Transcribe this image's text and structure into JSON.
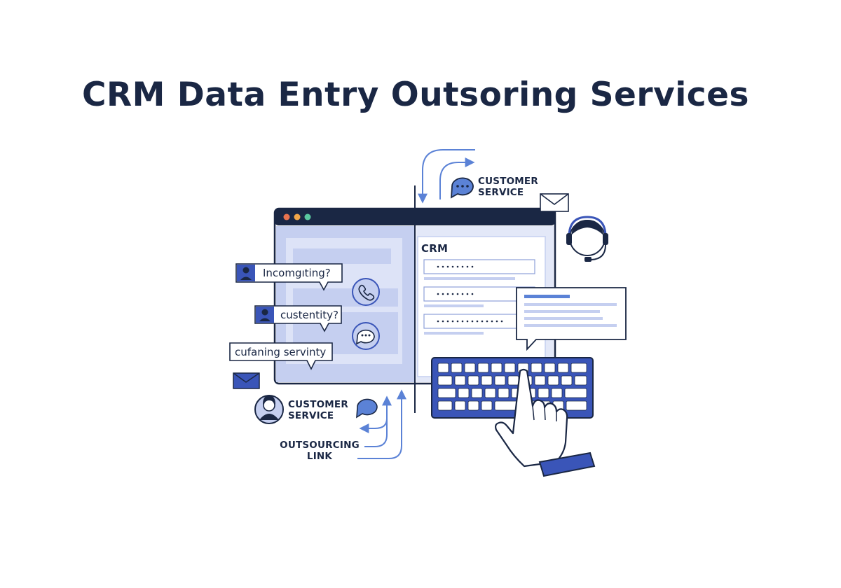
{
  "title": "CRM Data Entry Outsoring Services",
  "labels": {
    "customer_service_top": [
      "CUSTOMER",
      "SERVICE"
    ],
    "customer_service_bottom": [
      "CUSTOMER",
      "SERVICE"
    ],
    "outsourcing_link": [
      "OUTSOURCING",
      "LINK"
    ],
    "crm": "CRM"
  },
  "bubbles": [
    "Incomgıting?",
    "custentity?",
    "cufaning servinty"
  ],
  "colors": {
    "navy": "#1a2744",
    "blue": "#3a55b8",
    "light_blue": "#c5cff0",
    "pale_blue": "#e3e8f8",
    "accent": "#5b82d6",
    "dot_red": "#e8734f",
    "dot_orange": "#f2a64a",
    "dot_green": "#5ac8a0"
  },
  "icons": [
    "chat-icon",
    "mail-icon",
    "headset-agent-icon",
    "phone-icon",
    "user-icon",
    "keyboard-icon",
    "hand-pointer-icon",
    "arrow-icon"
  ]
}
